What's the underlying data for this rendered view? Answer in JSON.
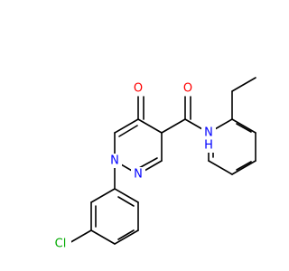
{
  "molecule": {
    "atom_labels": {
      "carbonyl_oxygen_ring": "O",
      "carbonyl_oxygen_amide": "O",
      "amide_nitrogen": "N",
      "amide_hydrogen": "H",
      "ring_nitrogen_upper": "N",
      "ring_nitrogen_lower": "N",
      "chlorine": "Cl"
    },
    "colors": {
      "oxygen": "#ff0000",
      "nitrogen": "#0000ff",
      "chlorine": "#00aa00",
      "bond": "#000000"
    }
  }
}
